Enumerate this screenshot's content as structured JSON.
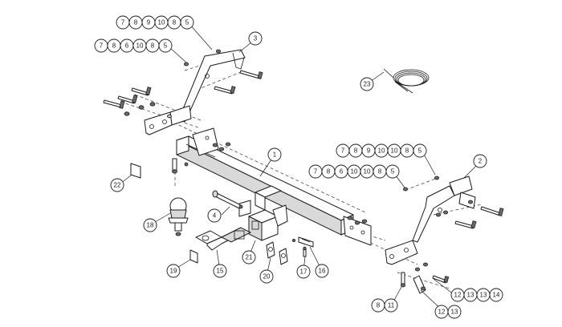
{
  "callouts": {
    "c1": "1",
    "c2": "2",
    "c3": "3",
    "c4": "4",
    "c15": "15",
    "c16": "16",
    "c17": "17",
    "c18": "18",
    "c19": "19",
    "c20": "20",
    "c21": "21",
    "c22": "22",
    "c23": "23"
  },
  "rows": {
    "top_left_upper": [
      "7",
      "8",
      "9",
      "10",
      "8",
      "5"
    ],
    "top_left_lower": [
      "7",
      "8",
      "6",
      "10",
      "8",
      "5"
    ],
    "right_upper": [
      "7",
      "8",
      "9",
      "10",
      "10",
      "8",
      "5"
    ],
    "right_lower": [
      "7",
      "8",
      "6",
      "10",
      "10",
      "8",
      "5"
    ],
    "bottom_right": [
      "12",
      "13",
      "13",
      "14"
    ],
    "bottom_mid": [
      "12",
      "13"
    ],
    "bottom_left": [
      "8",
      "11"
    ]
  }
}
